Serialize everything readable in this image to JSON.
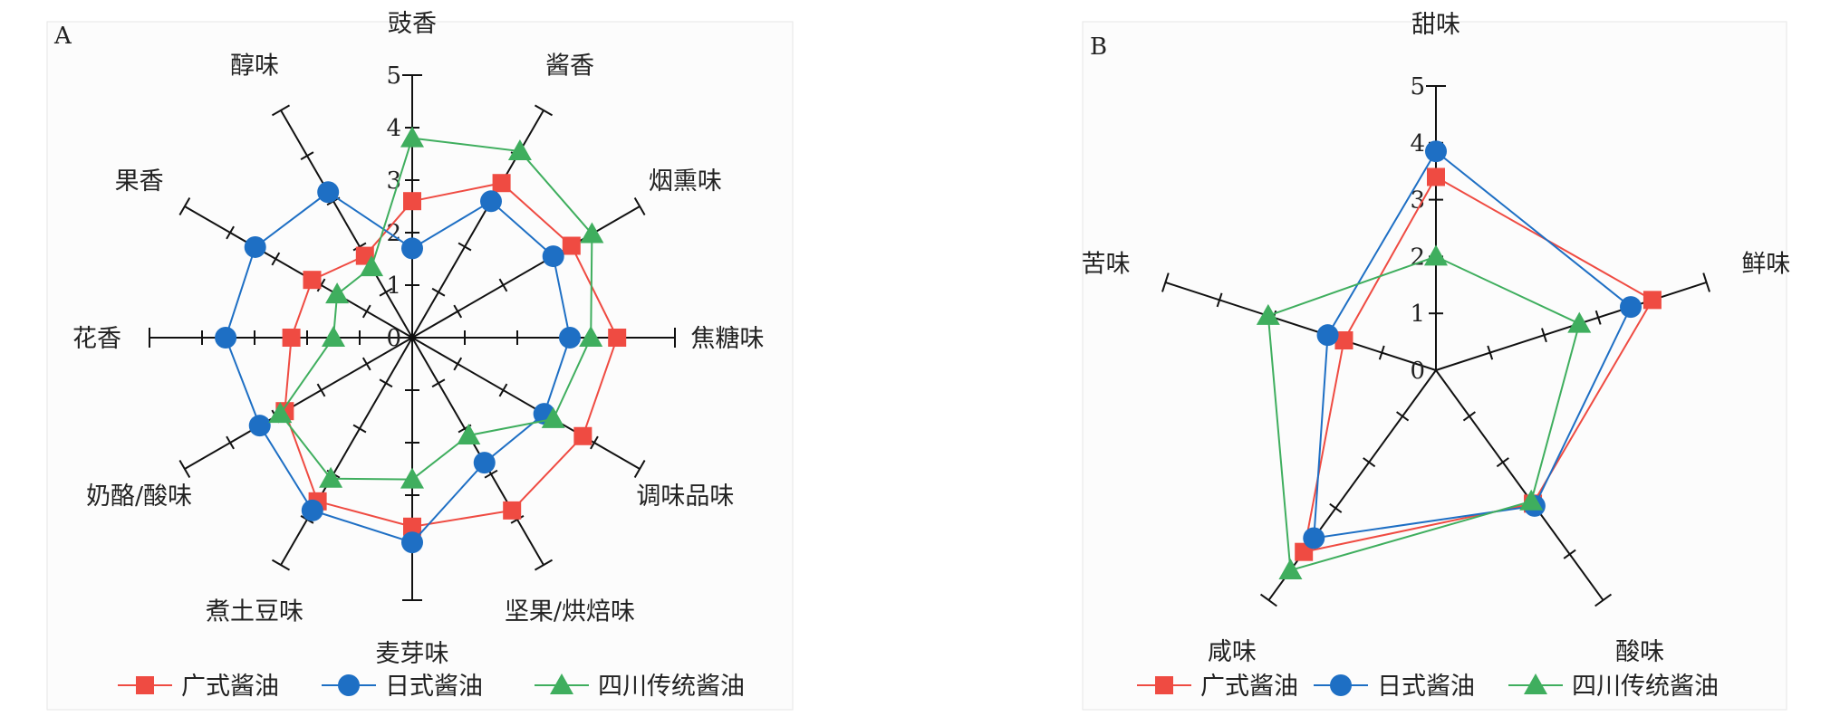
{
  "chart_data": [
    {
      "type": "radar",
      "panel_label": "A",
      "axes": [
        "豉香",
        "酱香",
        "烟熏味",
        "焦糖味",
        "调味品味",
        "坚果/烘焙味",
        "麦芽味",
        "煮土豆味",
        "奶酪/酸味",
        "花香",
        "果香",
        "醇味"
      ],
      "rlim": [
        0,
        5
      ],
      "ticks": [
        "0",
        "1",
        "2",
        "3",
        "4",
        "5"
      ],
      "series": [
        {
          "name": "广式酱油",
          "color": "#ef4b42",
          "marker": "square",
          "values": [
            2.6,
            3.4,
            3.5,
            3.9,
            3.75,
            3.8,
            3.6,
            3.6,
            2.8,
            2.3,
            2.2,
            1.8
          ]
        },
        {
          "name": "日式酱油",
          "color": "#1e6fc4",
          "marker": "circle",
          "values": [
            1.7,
            3.0,
            3.1,
            3.0,
            2.9,
            2.75,
            3.9,
            3.8,
            3.35,
            3.55,
            3.45,
            3.2
          ]
        },
        {
          "name": "四川传统酱油",
          "color": "#3fae5e",
          "marker": "triangle",
          "values": [
            3.8,
            4.1,
            3.95,
            3.4,
            3.1,
            2.15,
            2.7,
            3.1,
            2.9,
            1.5,
            1.65,
            1.55
          ]
        }
      ],
      "legend": "bottom"
    },
    {
      "type": "radar",
      "panel_label": "B",
      "axes": [
        "甜味",
        "鲜味",
        "酸味",
        "咸味",
        "苦味"
      ],
      "rlim": [
        0,
        5
      ],
      "ticks": [
        "0",
        "1",
        "2",
        "3",
        "4",
        "5"
      ],
      "series": [
        {
          "name": "广式酱油",
          "color": "#ef4b42",
          "marker": "square",
          "values": [
            3.4,
            4.0,
            2.9,
            3.95,
            1.7
          ]
        },
        {
          "name": "日式酱油",
          "color": "#1e6fc4",
          "marker": "circle",
          "values": [
            3.85,
            3.6,
            2.95,
            3.65,
            2.0
          ]
        },
        {
          "name": "四川传统酱油",
          "color": "#3fae5e",
          "marker": "triangle",
          "values": [
            2.0,
            2.65,
            2.85,
            4.35,
            3.1
          ]
        }
      ],
      "legend": "bottom"
    }
  ]
}
